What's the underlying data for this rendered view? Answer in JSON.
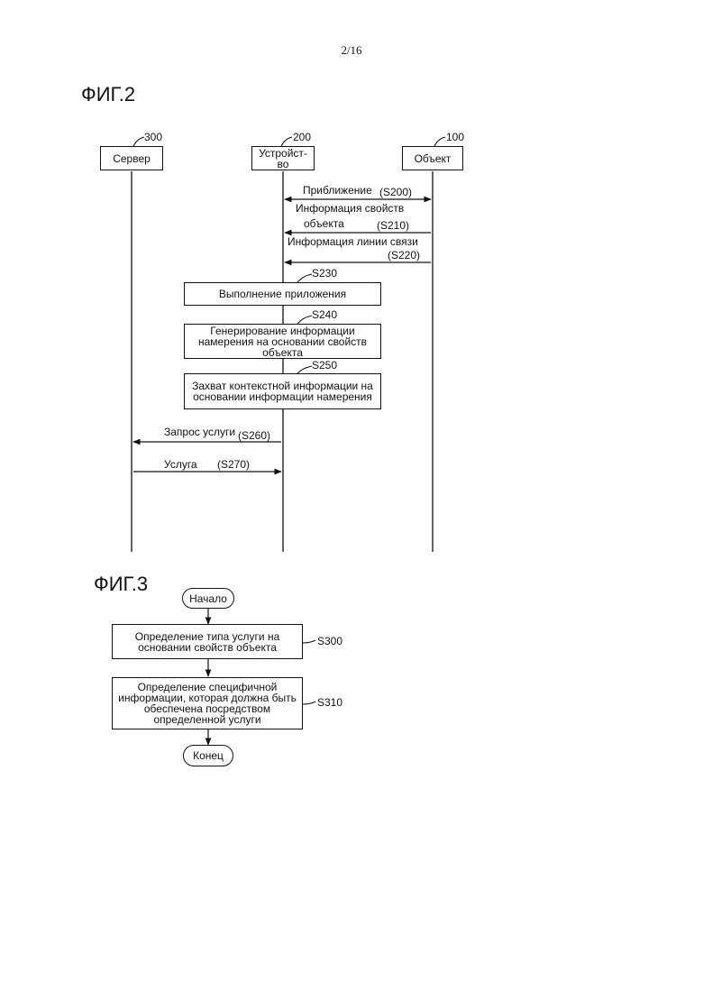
{
  "page_number": "2/16",
  "fig2": {
    "title": "ФИГ.2",
    "entities": [
      {
        "label": "Сервер",
        "ref": "300"
      },
      {
        "label": "Устройст-\nво",
        "ref": "200"
      },
      {
        "label": "Объект",
        "ref": "100"
      }
    ],
    "messages": [
      {
        "text": "Приближение",
        "step": "(S200)"
      },
      {
        "text": "Информация свойств",
        "text2": "объекта",
        "step": "(S210)"
      },
      {
        "text": "Информация линии связи",
        "step": "(S220)"
      },
      {
        "text": "Запрос услуги",
        "step": "(S260)"
      },
      {
        "text": "Услуга",
        "step": "(S270)"
      }
    ],
    "processes": [
      {
        "text": "Выполнение приложения",
        "step": "S230"
      },
      {
        "text": "Генерирование информации намерения на основании свойств объекта",
        "step": "S240"
      },
      {
        "text": "Захват контекстной информации на основании информации намерения",
        "step": "S250"
      }
    ]
  },
  "fig3": {
    "title": "ФИГ.3",
    "start": "Начало",
    "steps": [
      {
        "text": "Определение типа услуги на основании свойств объекта",
        "step": "S300"
      },
      {
        "text": "Определение специфичной информации, которая должна быть обеспечена посредством определенной услуги",
        "step": "S310"
      }
    ],
    "end": "Конец"
  }
}
